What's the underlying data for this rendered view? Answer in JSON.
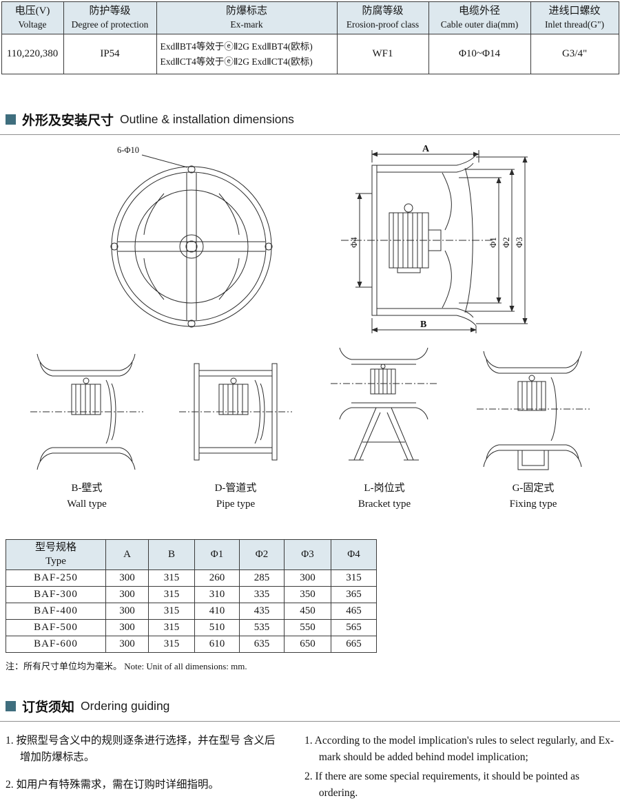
{
  "accent_color": "#3f6e7e",
  "table_header_bg": "#dde8ee",
  "spec_table": {
    "headers": [
      {
        "cn": "电压(V)",
        "en": "Voltage"
      },
      {
        "cn": "防护等级",
        "en": "Degree of protection"
      },
      {
        "cn": "防爆标志",
        "en": "Ex-mark"
      },
      {
        "cn": "防腐等级",
        "en": "Erosion-proof class"
      },
      {
        "cn": "电缆外径",
        "en": "Cable outer dia(mm)"
      },
      {
        "cn": "进线口螺纹",
        "en": "Inlet thread(G\")"
      }
    ],
    "row": {
      "voltage": "110,220,380",
      "protection": "IP54",
      "ex_mark_line1": "ExdⅡBT4等效于ⓔⅡ2G ExdⅡBT4(欧标)",
      "ex_mark_line2": "ExdⅡCT4等效于ⓔⅡ2G ExdⅡCT4(欧标)",
      "erosion": "WF1",
      "cable": "Φ10~Φ14",
      "inlet": "G3/4\""
    }
  },
  "sections": {
    "outline_cn": "外形及安装尺寸",
    "outline_en": "Outline & installation dimensions",
    "ordering_cn": "订货须知",
    "ordering_en": "Ordering guiding"
  },
  "drawing_labels": {
    "bolt_note": "6-Φ10",
    "dim_a": "A",
    "dim_b": "B",
    "phi1": "Φ1",
    "phi2": "Φ2",
    "phi3": "Φ3",
    "phi4": "Φ4"
  },
  "mount_types": [
    {
      "cn": "B-壁式",
      "en": "Wall type"
    },
    {
      "cn": "D-管道式",
      "en": "Pipe type"
    },
    {
      "cn": "L-岗位式",
      "en": "Bracket type"
    },
    {
      "cn": "G-固定式",
      "en": "Fixing type"
    }
  ],
  "dims_table": {
    "type_header_cn": "型号规格",
    "type_header_en": "Type",
    "columns": [
      "A",
      "B",
      "Φ1",
      "Φ2",
      "Φ3",
      "Φ4"
    ],
    "rows": [
      {
        "type": "BAF-250",
        "values": [
          "300",
          "315",
          "260",
          "285",
          "300",
          "315"
        ]
      },
      {
        "type": "BAF-300",
        "values": [
          "300",
          "315",
          "310",
          "335",
          "350",
          "365"
        ]
      },
      {
        "type": "BAF-400",
        "values": [
          "300",
          "315",
          "410",
          "435",
          "450",
          "465"
        ]
      },
      {
        "type": "BAF-500",
        "values": [
          "300",
          "315",
          "510",
          "535",
          "550",
          "565"
        ]
      },
      {
        "type": "BAF-600",
        "values": [
          "300",
          "315",
          "610",
          "635",
          "650",
          "665"
        ]
      }
    ]
  },
  "note": "注：所有尺寸单位均为毫米。 Note: Unit of all dimensions: mm.",
  "ordering": {
    "cn_items": [
      "1. 按照型号含义中的规则逐条进行选择，并在型号 含义后增加防爆标志。",
      "2. 如用户有特殊需求，需在订购时详细指明。"
    ],
    "en_items": [
      "1. According to the model implication's rules to select regularly, and Ex-mark should be added behind model implication;",
      "2. If there are some special requirements, it should be pointed as ordering."
    ]
  }
}
